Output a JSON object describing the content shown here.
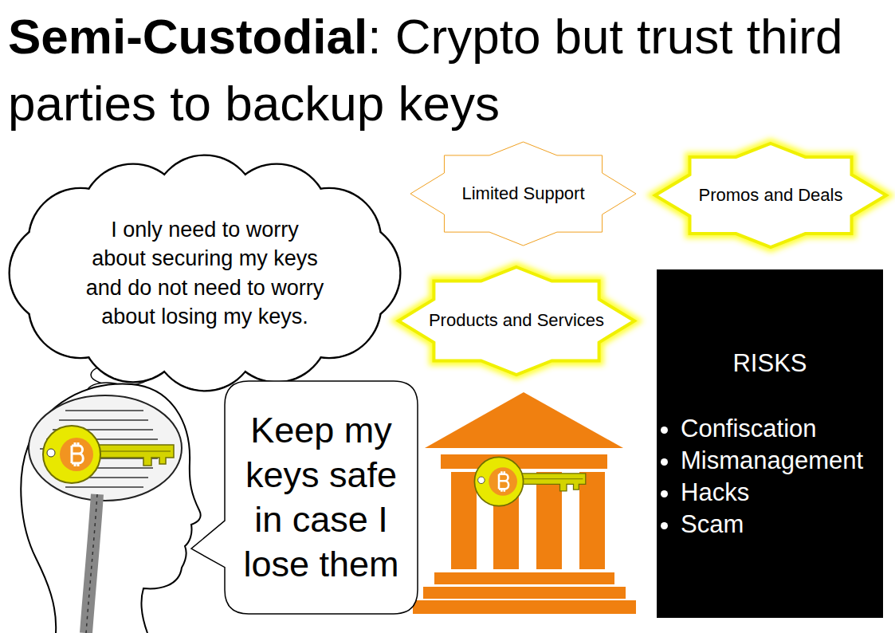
{
  "diagram": {
    "title": "Semi-Custodial: Crypto but trust third parties to backup keys",
    "nodes": [
      {
        "text": [
          "I only need to worry about securing my keys and do not need to worry about losing my keys."
        ]
      },
      {
        "text": [
          "Keep my keys safe in case I lose them"
        ]
      },
      {
        "text": [
          "Limited Support"
        ]
      },
      {
        "text": [
          "Promos and Deals"
        ]
      },
      {
        "text": [
          "Products and Services"
        ]
      },
      {
        "text": [
          "RISKS",
          "Confiscation",
          "Mismanagement",
          "Hacks",
          "Scam"
        ]
      }
    ]
  }
}
